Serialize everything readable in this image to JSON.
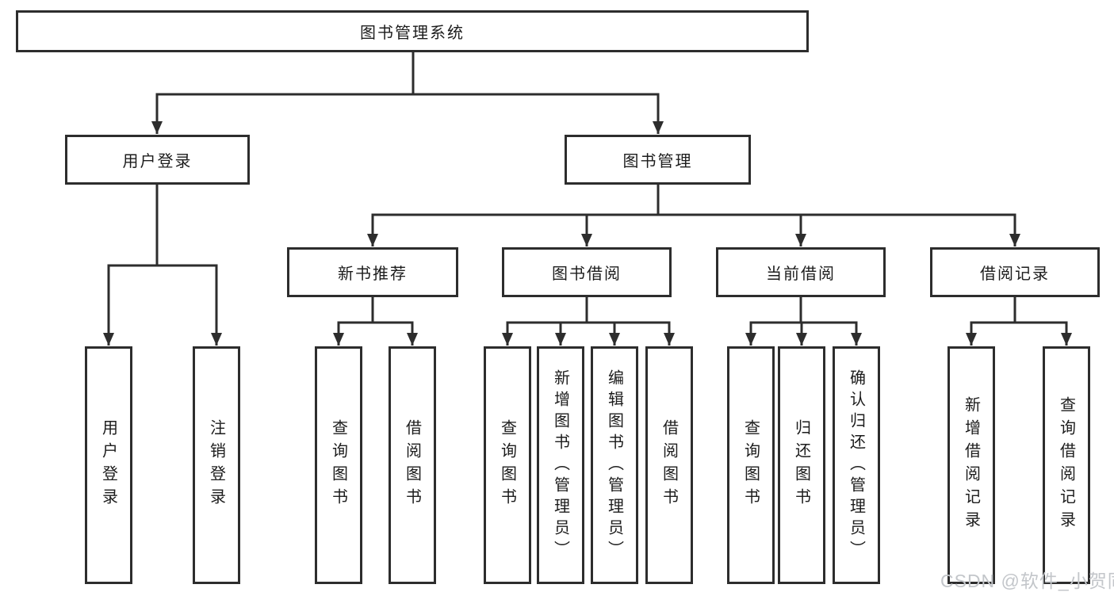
{
  "tree": {
    "root": "图书管理系统",
    "login": {
      "label": "用户登录",
      "children": [
        "用户登录",
        "注销登录"
      ]
    },
    "management": {
      "label": "图书管理",
      "sections": [
        {
          "label": "新书推荐",
          "children": [
            "查询图书",
            "借阅图书"
          ]
        },
        {
          "label": "图书借阅",
          "children": [
            "查询图书",
            "新增图书（管理员）",
            "编辑图书（管理员）",
            "借阅图书"
          ]
        },
        {
          "label": "当前借阅",
          "children": [
            "查询图书",
            "归还图书",
            "确认归还（管理员）"
          ]
        },
        {
          "label": "借阅记录",
          "children": [
            "新增借阅记录",
            "查询借阅记录"
          ]
        }
      ]
    }
  },
  "watermark": "CSDN @软件_小贺同学",
  "colors": {
    "line": "#2d2d2d",
    "box_border": "#2d2d2d",
    "text": "#1c1c1c",
    "watermark": "#c3c6ca",
    "background": "#ffffff"
  }
}
